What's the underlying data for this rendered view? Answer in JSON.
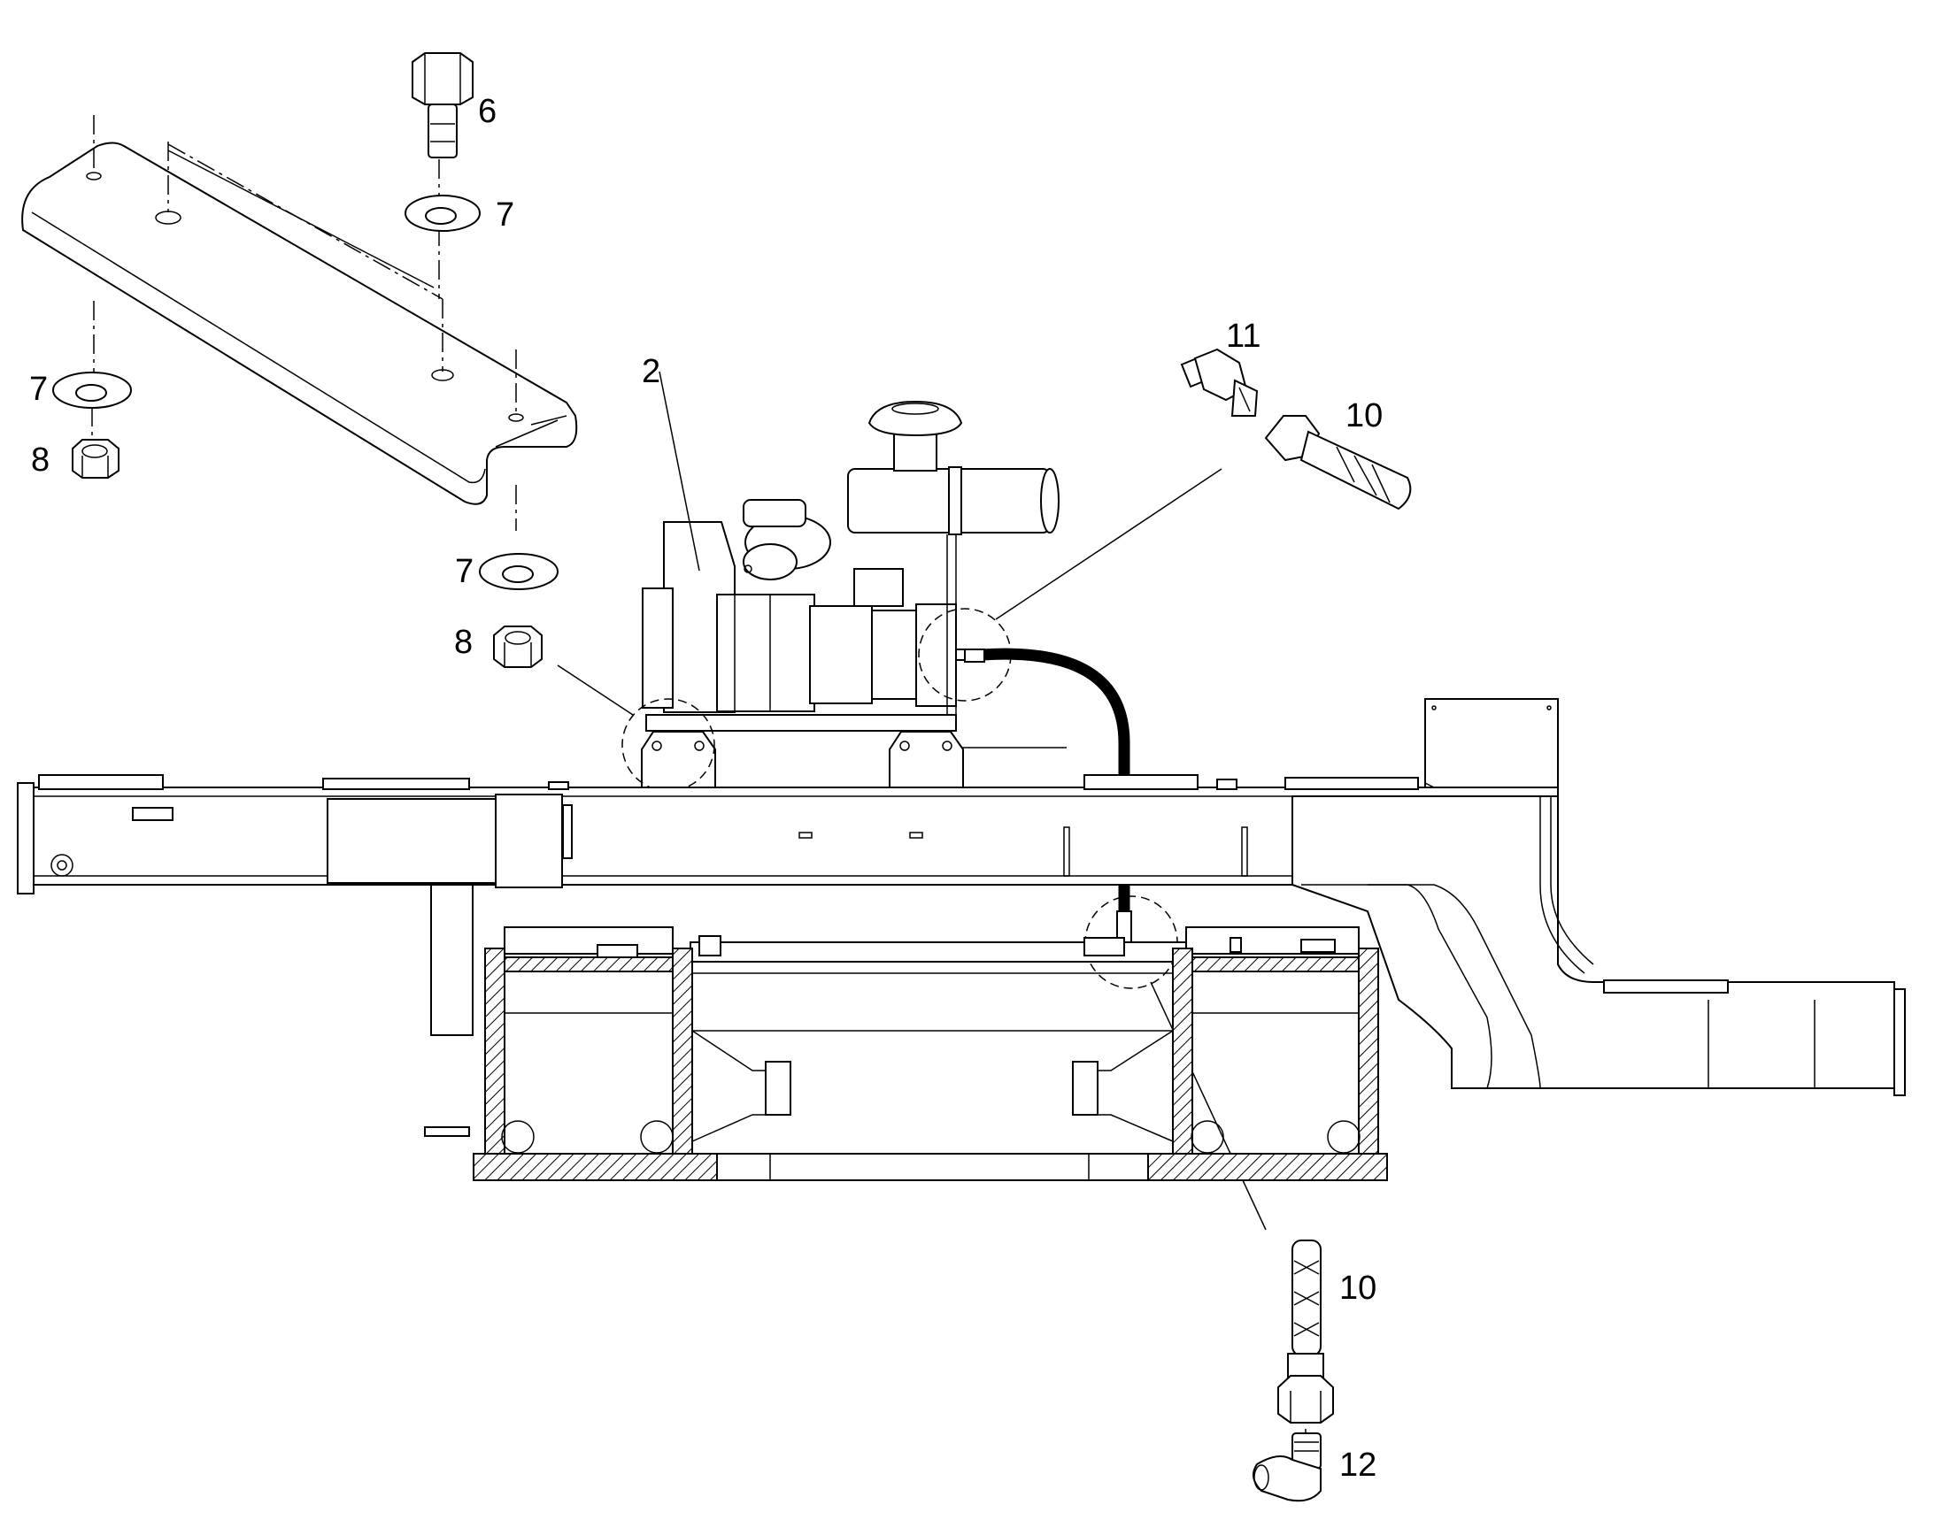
{
  "diagram": {
    "callouts": [
      {
        "id": "callout-6",
        "label": "6"
      },
      {
        "id": "callout-7a",
        "label": "7"
      },
      {
        "id": "callout-7b",
        "label": "7"
      },
      {
        "id": "callout-8a",
        "label": "8"
      },
      {
        "id": "callout-7c",
        "label": "7"
      },
      {
        "id": "callout-8b",
        "label": "8"
      },
      {
        "id": "callout-2",
        "label": "2"
      },
      {
        "id": "callout-11",
        "label": "11"
      },
      {
        "id": "callout-10a",
        "label": "10"
      },
      {
        "id": "callout-10b",
        "label": "10"
      },
      {
        "id": "callout-12",
        "label": "12"
      }
    ],
    "parts": {
      "bolt": "hex-bolt-icon",
      "washer": "flat-washer-icon",
      "nut": "hex-nut-icon",
      "bracket": "guard-bracket",
      "pump_unit": "motor-pump-unit",
      "hose": "hydraulic-hose",
      "fitting": "hose-fitting-icon",
      "adapter": "thread-adapter-icon",
      "elbow": "elbow-fitting-icon",
      "frame": "machine-frame"
    }
  }
}
